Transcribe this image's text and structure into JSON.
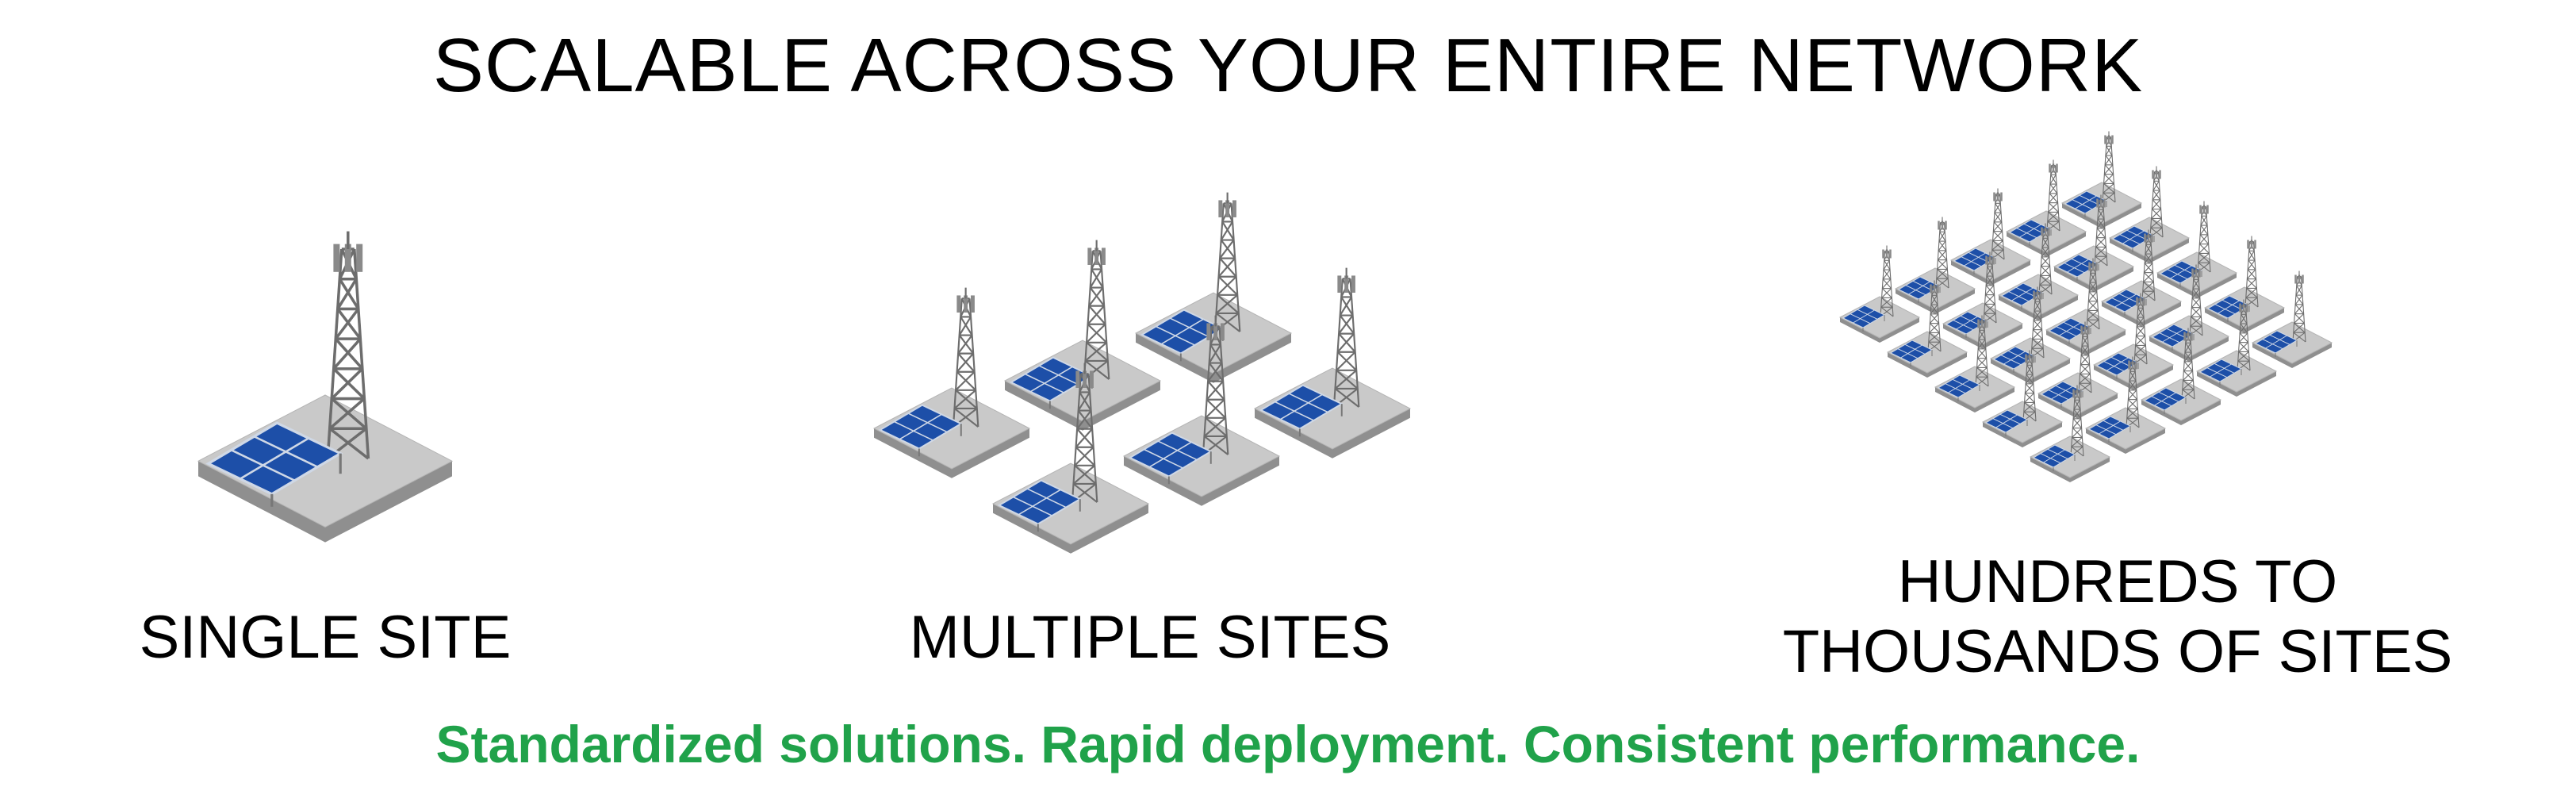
{
  "title": "SCALABLE ACROSS YOUR ENTIRE NETWORK",
  "panels": [
    {
      "label_lines": [
        "SINGLE SITE"
      ],
      "site_count": 1,
      "illustration": "tower-with-solar-panel-site"
    },
    {
      "label_lines": [
        "MULTIPLE SITES"
      ],
      "site_count": 6,
      "illustration": "tower-with-solar-panel-site"
    },
    {
      "label_lines": [
        "HUNDREDS TO",
        "THOUSANDS OF SITES"
      ],
      "site_count": 25,
      "illustration": "tower-with-solar-panel-site"
    }
  ],
  "tagline": "Standardized solutions. Rapid deployment. Consistent performance.",
  "colors": {
    "tagline": "#20a24a",
    "solar_panel": "#1d4fa8",
    "pad_top": "#c9c9c9",
    "pad_side": "#8f8f8f",
    "tower": "#6d6d6d"
  }
}
